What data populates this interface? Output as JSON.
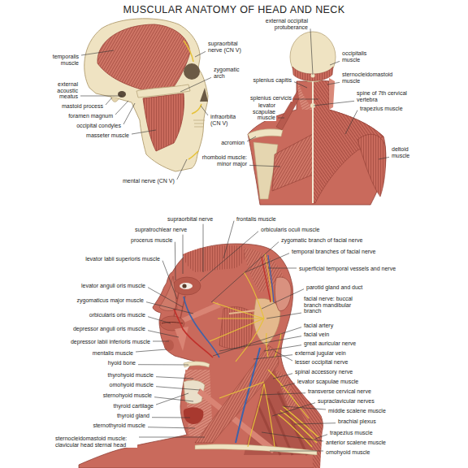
{
  "diagram": {
    "title": "MUSCULAR ANATOMY OF HEAD AND NECK",
    "labels": [
      "temporalis muscle",
      "supraorbital nerve (CN V)",
      "zygomatic arch",
      "external acoustic meatus",
      "mastoid process",
      "foramen magnum",
      "occipital condyles",
      "masseter muscle",
      "infraorbital nerve (CN V)",
      "mental nerve (CN V)",
      "external occipital protuberance",
      "occipitalis muscle",
      "sternocleidomastoid muscle",
      "splenius capitis",
      "splenius cervicis",
      "levator scapulae muscle",
      "spine of 7th cervical vertebra",
      "trapezius muscle",
      "deltoid muscle",
      "acromion",
      "rhomboid muscle: minor major",
      "supraorbital nerve",
      "frontalis muscle",
      "supratrochlear nerve",
      "orbicularis oculi muscle",
      "procerus muscle",
      "zygomatic branch of facial nerve",
      "levator labii superioris muscle",
      "temporal branches of facial nerve",
      "superficial temporal vessels and nerve",
      "levator anguli oris muscle",
      "parotid gland and duct",
      "zygomaticus major muscle",
      "facial nerve: buccal branch mandibular branch",
      "orbicularis oris muscle",
      "facial artery",
      "depressor anguli oris muscle",
      "facial vein",
      "depressor labii inferioris muscle",
      "great auricular nerve",
      "mentalis muscle",
      "external jugular vein",
      "hyoid bone",
      "lesser occipital nerve",
      "thyrohyoid muscle",
      "spinal accessory nerve",
      "levator scapulae muscle",
      "omohyoid muscle",
      "transverse cervical nerve",
      "sternohyoid muscle",
      "supraclavicular nerves",
      "thyroid cartilage",
      "middle scalene muscle",
      "thyroid gland",
      "brachial plexus",
      "sternothyroid muscle",
      "trapezius muscle",
      "sternocleidomastoid muscle: clavicular head sternal head",
      "anterior scalene muscle",
      "omohyoid muscle"
    ]
  }
}
